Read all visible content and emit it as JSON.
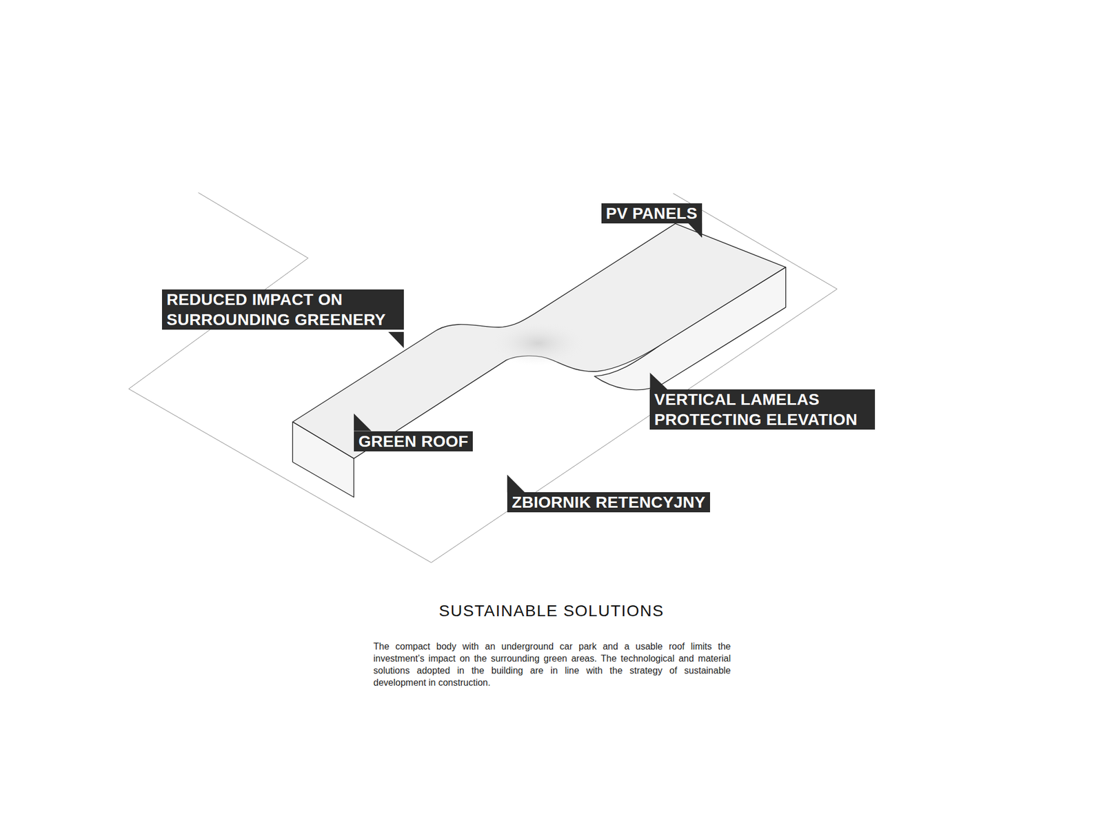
{
  "diagram": {
    "title": "SUSTAINABLE SOLUTIONS",
    "caption": "The compact body with an underground car park and a usable roof limits the investment’s impact on the surrounding green areas. The technological and material solutions adopted in the building are in line with the strategy of sustainable development in construction.",
    "labels": [
      "PV PANELS",
      "REDUCED IMPACT ON SURROUNDING GREENERY",
      "VERTICAL LAMELAS PROTECTING ELEVATION",
      "GREEN ROOF",
      "ZBIORNIK RETENCYJNY"
    ]
  }
}
